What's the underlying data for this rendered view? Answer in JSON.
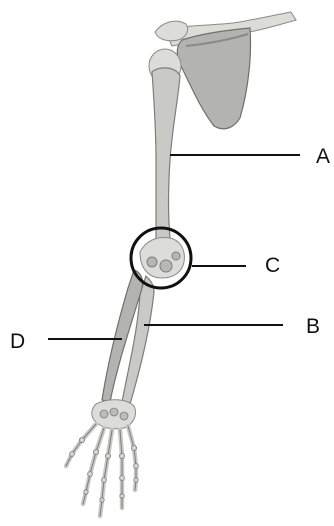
{
  "labels": {
    "a": "A",
    "b": "B",
    "c": "C",
    "d": "D"
  },
  "icons": {
    "skeleton": "arm-skeleton-illustration",
    "circle": "elbow-highlight-circle"
  }
}
